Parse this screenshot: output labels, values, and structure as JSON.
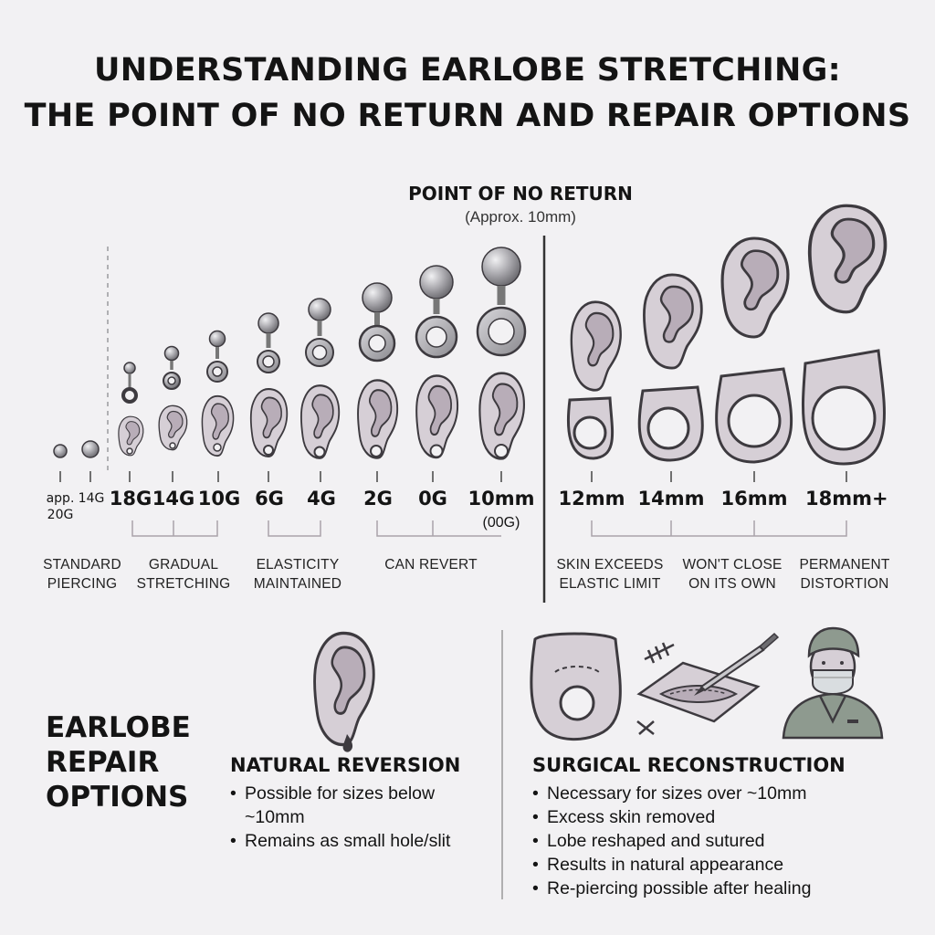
{
  "title": {
    "line1": "UNDERSTANDING EARLOBE STRETCHING:",
    "line2": "THE POINT OF NO RETURN AND REPAIR OPTIONS"
  },
  "point_of_no_return": {
    "label": "POINT OF NO RETURN",
    "sub": "(Approx. 10mm)"
  },
  "gauges": [
    {
      "label": "app.\n20G",
      "small": true
    },
    {
      "label": "14G",
      "small": true
    },
    {
      "label": "18G"
    },
    {
      "label": "14G"
    },
    {
      "label": "10G"
    },
    {
      "label": "6G"
    },
    {
      "label": "4G"
    },
    {
      "label": "2G"
    },
    {
      "label": "0G"
    },
    {
      "label": "10mm",
      "sub": "(00G)"
    },
    {
      "label": "12mm"
    },
    {
      "label": "14mm"
    },
    {
      "label": "16mm"
    },
    {
      "label": "18mm+"
    }
  ],
  "ranges": [
    "STANDARD\nPIERCING",
    "GRADUAL\nSTRETCHING",
    "ELASTICITY\nMAINTAINED",
    "CAN REVERT",
    "SKIN EXCEEDS\nELASTIC LIMIT",
    "WON'T CLOSE\nON ITS OWN",
    "PERMANENT\nDISTORTION"
  ],
  "repair": {
    "heading": "EARLOBE\nREPAIR\nOPTIONS",
    "natural": {
      "title": "NATURAL REVERSION",
      "bullets": [
        "Possible for sizes below\n~10mm",
        "Remains as small hole/slit"
      ]
    },
    "surgical": {
      "title": "SURGICAL RECONSTRUCTION",
      "bullets": [
        "Necessary for sizes over ~10mm",
        "Excess skin removed",
        "Lobe reshaped and sutured",
        "Results in natural appearance",
        "Re-piercing possible after healing"
      ]
    }
  },
  "colors": {
    "outline": "#3d3a3f",
    "skin": "#d6cfd6",
    "skin_dark": "#b8adb8",
    "metal": "#8f8f94",
    "scrubs": "#8e9a8f",
    "background": "#f2f1f3"
  },
  "icons": [
    "ball-jewelry-icon",
    "ear-icon",
    "tunnel-icon",
    "stretched-lobe-icon",
    "scalpel-icon",
    "suture-icon",
    "surgeon-icon",
    "drip-icon"
  ]
}
